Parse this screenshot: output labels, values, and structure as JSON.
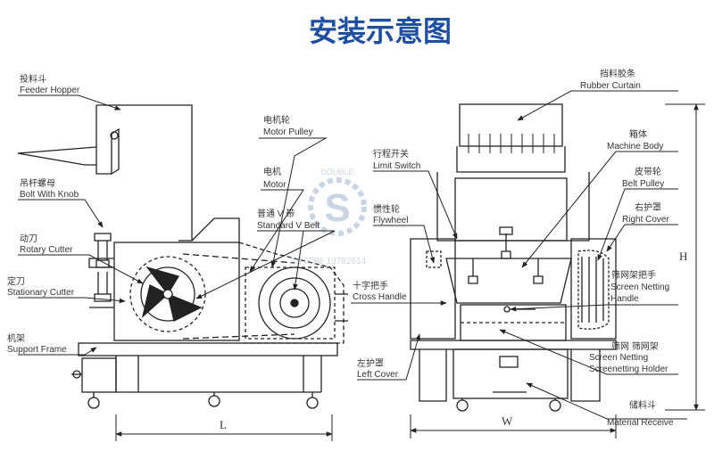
{
  "title": "安装示意图",
  "colors": {
    "title": "#1f4fa3",
    "line": "#222222",
    "label": "#333333",
    "watermark": "#9fb3cf"
  },
  "watermark": {
    "letters": "S",
    "ring_text": "DOUBLE",
    "phone": "Tel 0086 13782614"
  },
  "left_labels": [
    {
      "zh": "投料斗",
      "en": "Feeder Hopper"
    },
    {
      "zh": "吊杆螺母",
      "en": "Bolt With Knob"
    },
    {
      "zh": "动刀",
      "en": "Rotary Cutter"
    },
    {
      "zh": "定刀",
      "en": "Stationary Cutter"
    },
    {
      "zh": "机架",
      "en": "Support Frame"
    }
  ],
  "middle_labels": [
    {
      "zh": "电机轮",
      "en": "Motor Pulley"
    },
    {
      "zh": "电机",
      "en": "Motor"
    },
    {
      "zh": "普通 V 带",
      "en": "Standard V Belt"
    }
  ],
  "center_labels": [
    {
      "zh": "行程开关",
      "en": "Limit Switch"
    },
    {
      "zh": "惯性轮",
      "en": "Flywheel"
    },
    {
      "zh": "十字把手",
      "en": "Cross Handle"
    },
    {
      "zh": "左护罩",
      "en": "Left Cover"
    }
  ],
  "right_labels": [
    {
      "zh": "挡料胶条",
      "en": "Rubber Curtain"
    },
    {
      "zh": "箱体",
      "en": "Machine Body"
    },
    {
      "zh": "皮带轮",
      "en": "Belt Pulley"
    },
    {
      "zh": "右护罩",
      "en": "Right Cover"
    },
    {
      "zh": "筛网架把手",
      "en": "Screen Netting",
      "en2": "Handle"
    },
    {
      "zh": "筛网 筛网架",
      "en": "Screen Netting",
      "en2": "Screenetting Holder"
    },
    {
      "zh": "储料斗",
      "en": "Material Receive"
    }
  ],
  "dimensions": {
    "length": "L",
    "width": "W",
    "height": "H"
  }
}
